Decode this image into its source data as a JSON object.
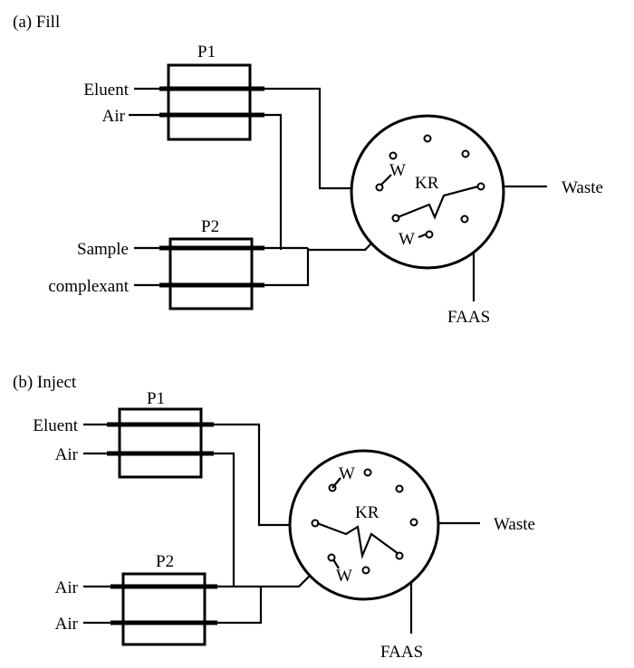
{
  "panels": [
    {
      "caption": "(a) Fill",
      "pump1": "P1",
      "pump2": "P2",
      "inlets": [
        "Eluent",
        "Air",
        "Sample",
        "complexant"
      ],
      "valve": {
        "kr_label": "KR",
        "waste_labels": [
          "W",
          "W"
        ],
        "outlet_waste": "Waste",
        "outlet_detector": "FAAS"
      }
    },
    {
      "caption": "(b) Inject",
      "pump1": "P1",
      "pump2": "P2",
      "inlets": [
        "Eluent",
        "Air",
        "Air",
        "Air"
      ],
      "valve": {
        "kr_label": "KR",
        "waste_labels": [
          "W",
          "W"
        ],
        "outlet_waste": "Waste",
        "outlet_detector": "FAAS"
      }
    }
  ]
}
